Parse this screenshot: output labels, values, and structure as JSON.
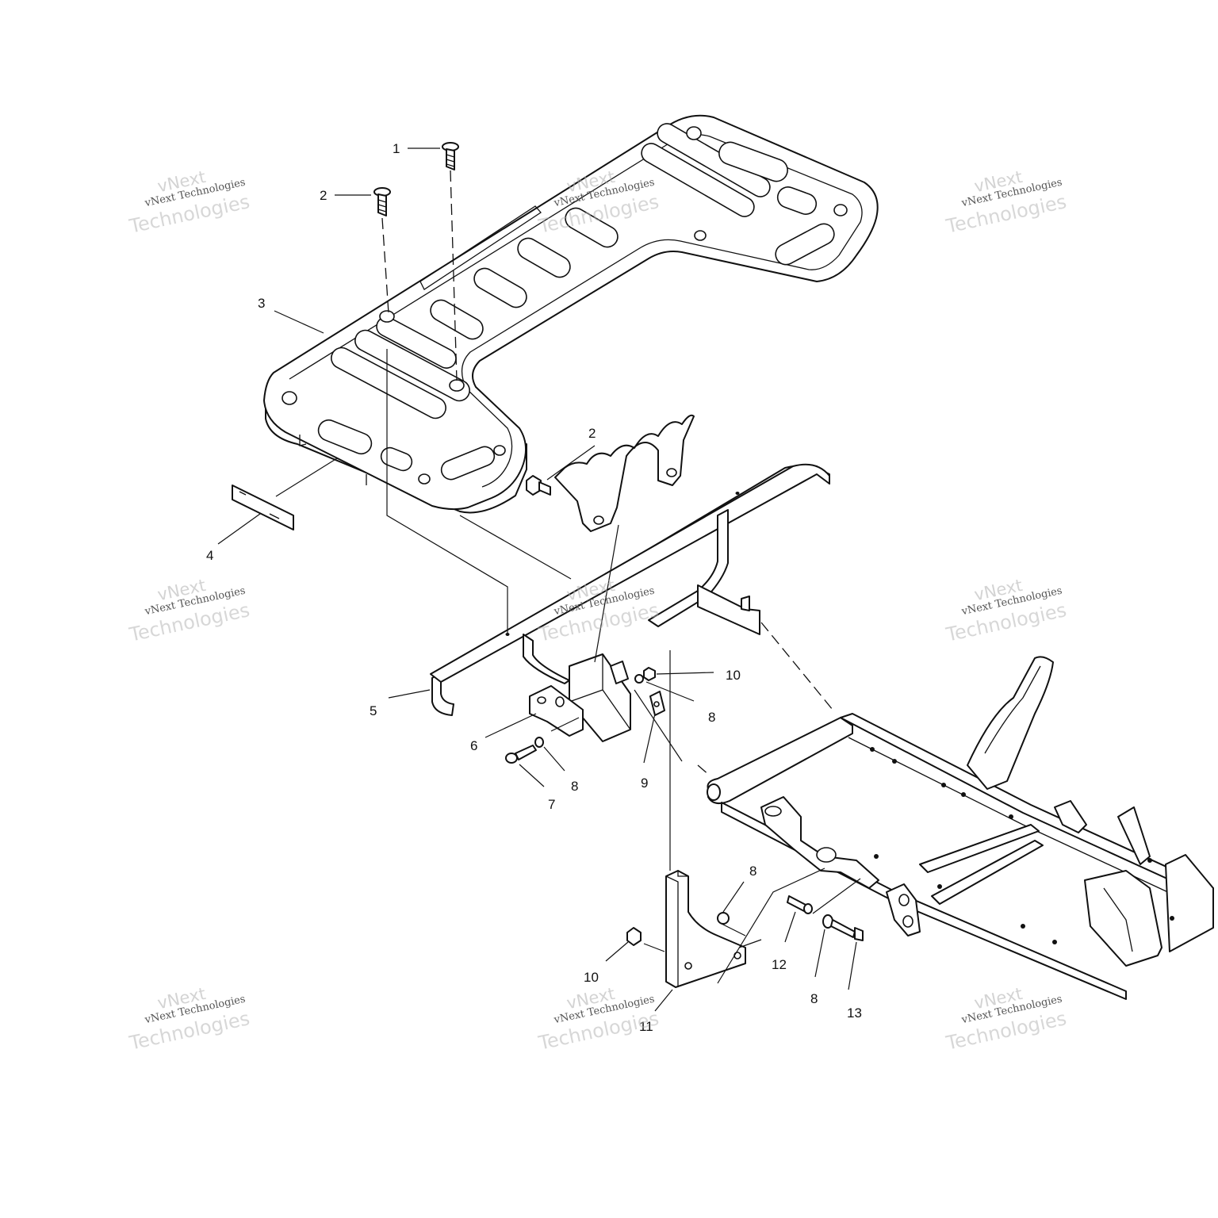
{
  "diagram": {
    "callouts": [
      {
        "id": "c1",
        "label": "1"
      },
      {
        "id": "c2a",
        "label": "2"
      },
      {
        "id": "c3",
        "label": "3"
      },
      {
        "id": "c4",
        "label": "4"
      },
      {
        "id": "c2b",
        "label": "2"
      },
      {
        "id": "c5",
        "label": "5"
      },
      {
        "id": "c6",
        "label": "6"
      },
      {
        "id": "c7",
        "label": "7"
      },
      {
        "id": "c8a",
        "label": "8"
      },
      {
        "id": "c8b",
        "label": "8"
      },
      {
        "id": "c9",
        "label": "9"
      },
      {
        "id": "c10a",
        "label": "10"
      },
      {
        "id": "c8c",
        "label": "8"
      },
      {
        "id": "c10b",
        "label": "10"
      },
      {
        "id": "c11",
        "label": "11"
      },
      {
        "id": "c12",
        "label": "12"
      },
      {
        "id": "c8d",
        "label": "8"
      },
      {
        "id": "c13",
        "label": "13"
      }
    ]
  },
  "watermark": {
    "line1": "vNext",
    "line2": "vNext Technologies",
    "line3": "Technologies"
  }
}
